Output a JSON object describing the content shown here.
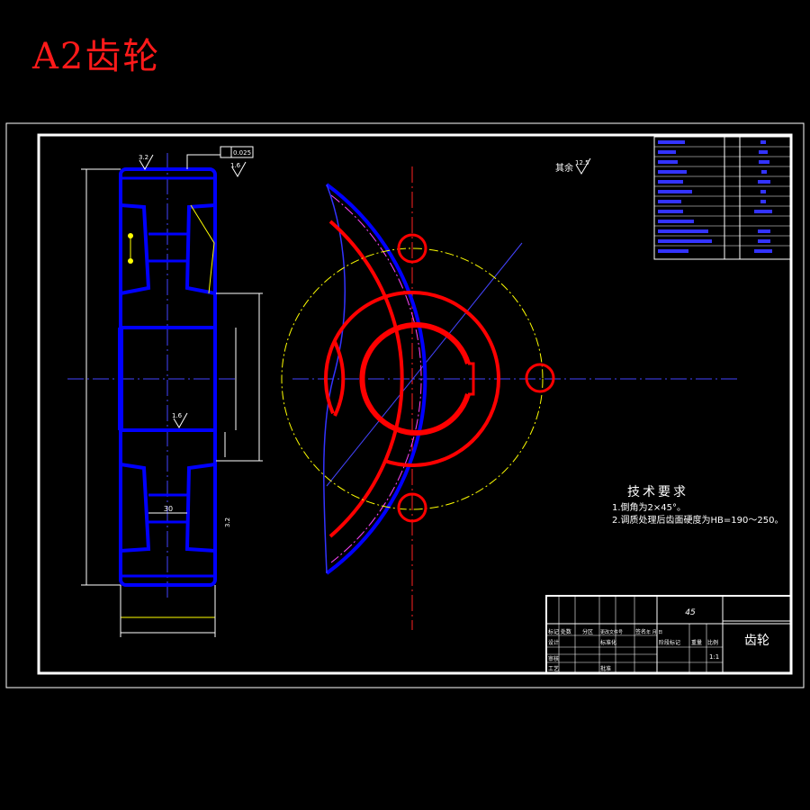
{
  "header": {
    "title": "A2齿轮"
  },
  "tech_requirements": {
    "heading": "技术要求",
    "items": [
      "1.倒角为2×45°。",
      "2.调质处理后齿面硬度为HB=190～250。"
    ]
  },
  "surface_roughness": {
    "general_label": "其余",
    "general_value": "12.5",
    "top_left": "3.2",
    "top_right": "1.6",
    "hub_bore": "1.6",
    "right_side": "3.2"
  },
  "tolerances": {
    "runout": "0.025"
  },
  "dimensions": {
    "rim_width": "30"
  },
  "title_block": {
    "material": "45",
    "part_name": "齿轮",
    "rows": [
      "标记 处数",
      "分区",
      "更改文件号",
      "签名",
      "年 月 日"
    ],
    "labels": [
      "设计",
      "标准化",
      "阶段标记",
      "重量",
      "比例",
      "审核",
      "工艺",
      "批准"
    ],
    "scale": "1:1"
  },
  "colors": {
    "frame": "#ffffff",
    "part_outline": "#0000ff",
    "section_lines": "#ff0000",
    "dimension": "#ffffff",
    "pitch_circle": "#ffff00",
    "title": "#ff1a1a"
  }
}
